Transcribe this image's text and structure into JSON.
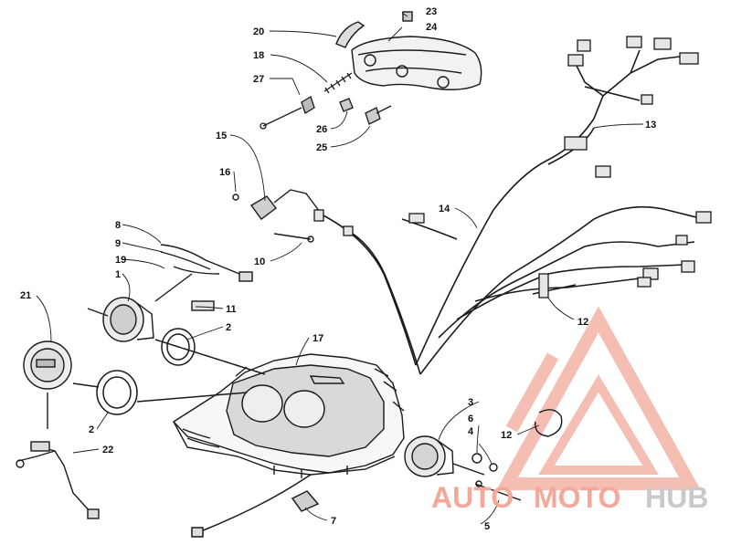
{
  "watermark": {
    "part1": "AUTO",
    "part2": "MOTO",
    "part3": "HUB",
    "color_primary": "#f5a89a",
    "color_secondary": "#c9c9c9"
  },
  "callouts": {
    "c1": "1",
    "c2a": "2",
    "c2b": "2",
    "c3": "3",
    "c4": "4",
    "c5": "5",
    "c6": "6",
    "c7": "7",
    "c8": "8",
    "c9": "9",
    "c10": "10",
    "c11": "11",
    "c12a": "12",
    "c12b": "12",
    "c13": "13",
    "c14": "14",
    "c15": "15",
    "c16": "16",
    "c17": "17",
    "c18": "18",
    "c19": "19",
    "c20": "20",
    "c21": "21",
    "c22": "22",
    "c23": "23",
    "c24": "24",
    "c25": "25",
    "c26": "26",
    "c27": "27"
  },
  "colors": {
    "line": "#1a1a1a"
  }
}
